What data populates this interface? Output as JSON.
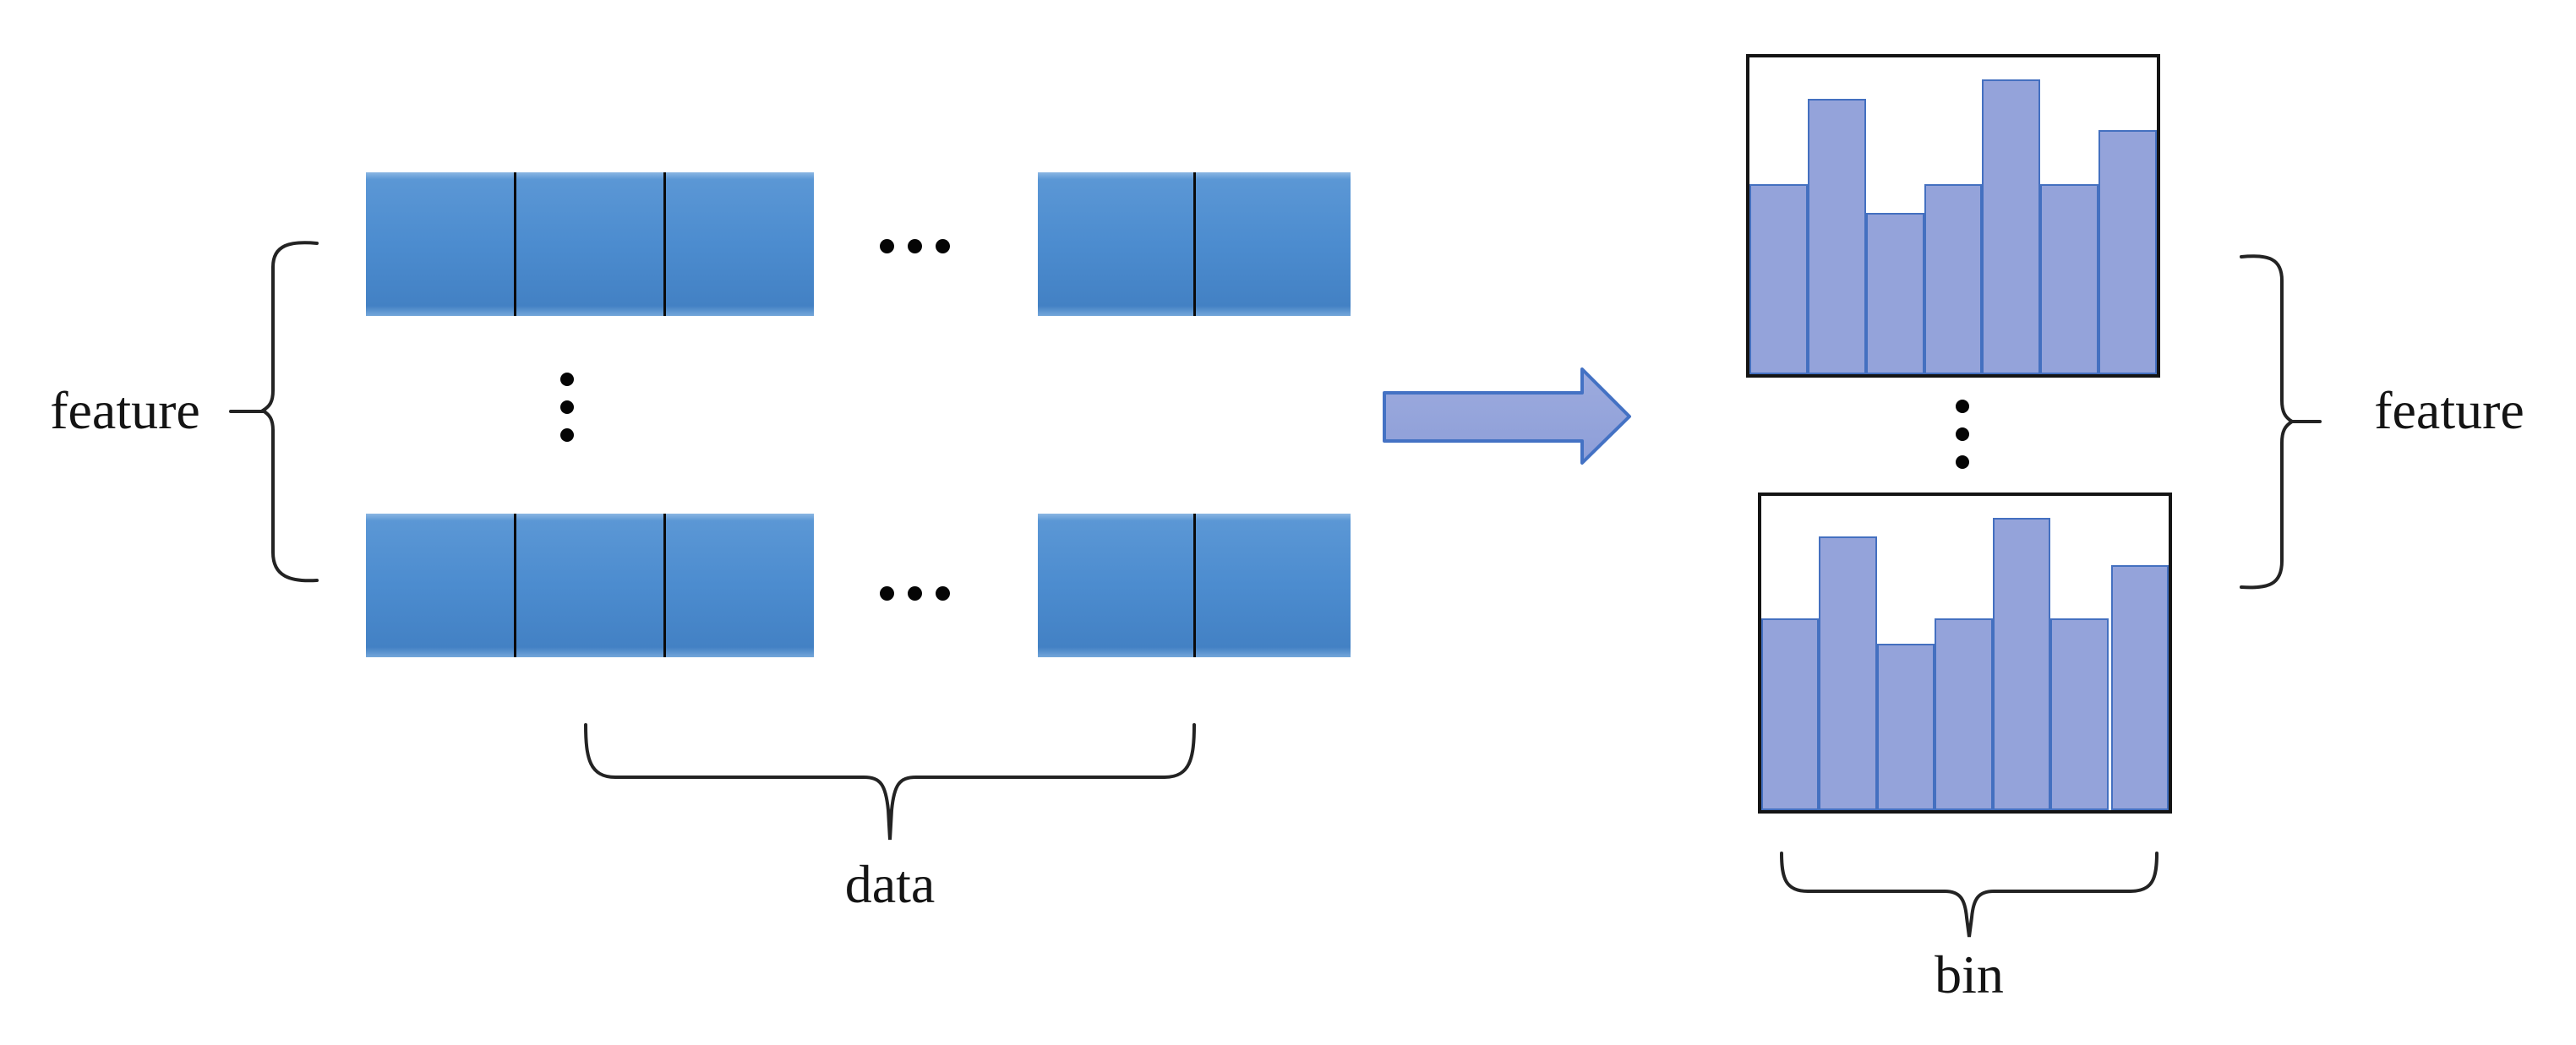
{
  "labels": {
    "feature_left": "feature",
    "feature_right": "feature",
    "data": "data",
    "bin": "bin"
  },
  "matrix": {
    "rows": [
      {
        "segments": [
          3,
          2
        ]
      },
      {
        "segments": [
          3,
          2
        ]
      }
    ],
    "note_markers": [
      "horizontal-ellipsis",
      "vertical-ellipsis"
    ]
  },
  "colors": {
    "cell_hi": "#8ab6e3",
    "cell_top": "#5b97d5",
    "cell_mid": "#4c8ccf",
    "cell_bot": "#4381c4",
    "cell_edge": "#74a7da",
    "bar_fill": "#94a3da",
    "bar_border": "#4470c0",
    "box_border": "#141414",
    "arrow_fill": "#8d9ed8",
    "arrow_fill_light": "#9dabde",
    "arrow_border": "#4472c4",
    "brace_color": "#232323"
  },
  "chart_data": [
    {
      "type": "bar",
      "title": "feature histogram (top)",
      "bins": 7,
      "values": [
        0.6,
        0.87,
        0.51,
        0.6,
        0.93,
        0.6,
        0.77
      ],
      "ylim": [
        0,
        1
      ],
      "grid": false,
      "seam_before_index": null
    },
    {
      "type": "bar",
      "title": "feature histogram (bottom)",
      "bins": 7,
      "values": [
        0.61,
        0.87,
        0.53,
        0.61,
        0.93,
        0.61,
        0.78
      ],
      "ylim": [
        0,
        1
      ],
      "grid": false,
      "seam_before_index": 6
    }
  ]
}
